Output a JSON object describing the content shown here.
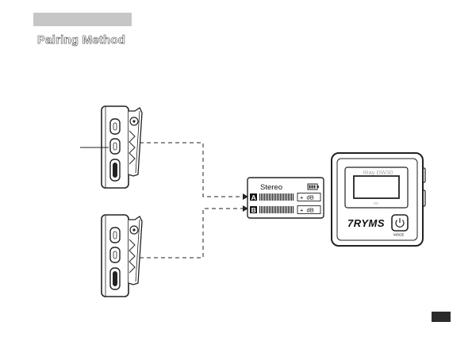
{
  "page": {
    "section_title": "Pairing Method"
  },
  "display_panel": {
    "mode_label": "Stereo",
    "channel_a": {
      "badge": "A",
      "readout": "+  dB"
    },
    "channel_b": {
      "badge": "B",
      "readout": "+  dB"
    }
  },
  "receiver": {
    "model_label": "IRay DW30",
    "screen_caption": "DE",
    "brand_logo": "7RYMS",
    "mode_button_label": "MODE"
  },
  "icons": {
    "power": "power-icon",
    "battery": "battery-icon"
  },
  "colors": {
    "outline": "#222222",
    "header_bar": "#c6c6c6",
    "page_marker": "#2b2b2b"
  }
}
